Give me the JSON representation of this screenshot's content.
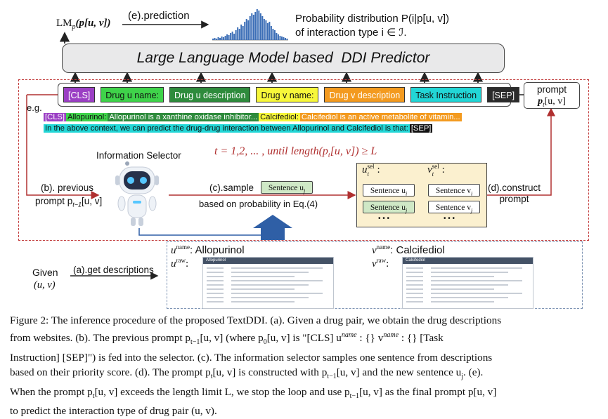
{
  "diagram": {
    "lm_label": "LM",
    "lm_sub": "p",
    "lm_arg": "(p[u, v])",
    "prediction_label": "(e).prediction",
    "prob_line1": "Probability distribution P(i|p[u, v])",
    "prob_line2": "of interaction type i ∈ ℐ.",
    "llm_title": "Large Language Model based  DDI Predictor",
    "tokens": [
      {
        "label": "[CLS]",
        "bg": "#9b3fc4",
        "fg": "#ffffff"
      },
      {
        "label": "Drug u name:",
        "bg": "#3fd34a",
        "fg": "#111111"
      },
      {
        "label": "Drug u description",
        "bg": "#2e8b3c",
        "fg": "#ffffff"
      },
      {
        "label": "Drug v name:",
        "bg": "#f7f73a",
        "fg": "#111111"
      },
      {
        "label": "Drug v description",
        "bg": "#f39a1f",
        "fg": "#ffffff"
      },
      {
        "label": "Task Instruction",
        "bg": "#22d6d6",
        "fg": "#111111"
      },
      {
        "label": "[SEP]",
        "bg": "#2b2b2b",
        "fg": "#ffffff"
      }
    ],
    "prompt_line1": "prompt",
    "prompt_line2": "p",
    "prompt_sub": "t",
    "prompt_arg": "[u, v]",
    "eg_label": "e.g.",
    "example_line1": [
      {
        "text": "[CLS]",
        "bg": "#9b3fc4",
        "fg": "#ffffff"
      },
      {
        "text": "Allopurinol:",
        "bg": "#3fd34a",
        "fg": "#111111"
      },
      {
        "text": "Allopurinol is a xanthine oxidase inhibitor...",
        "bg": "#2e8b3c",
        "fg": "#ffffff"
      },
      {
        "text": "Calcifediol:",
        "bg": "#f7f73a",
        "fg": "#111111"
      },
      {
        "text": "Calcifediol is an active metabolite of vitamin...",
        "bg": "#f39a1f",
        "fg": "#ffffff"
      }
    ],
    "example_line2": [
      {
        "text": "In the above context, we can predict the drug-drug interaction between Allopurinol and Calcifediol is that:",
        "bg": "#22d6d6",
        "fg": "#111111"
      },
      {
        "text": "[SEP]",
        "bg": "#111111",
        "fg": "#ffffff"
      }
    ],
    "info_selector": "Information Selector",
    "loop_text": "t = 1,2, ... , until length(p",
    "loop_sub": "t",
    "loop_end": "[u, v]) ≥ L",
    "loop_color": "#b03030",
    "previous_line1": "(b). previous",
    "previous_line2": "prompt p",
    "previous_sub": "t−1",
    "previous_arg": "[u, v]",
    "sample_label": "(c).sample",
    "sample_sentence": "Sentence u",
    "sample_sub": "j",
    "sample_caption": "based on probability in Eq.(4)",
    "u_sel": "u",
    "v_sel": "v",
    "sel_sup": "sel",
    "sel_sub": "t",
    "sentence_ui": "Sentence u",
    "sentence_uj": "Sentence u",
    "sentence_vi": "Sentence v",
    "sentence_vj": "Sentence v",
    "sub_i": "i",
    "sub_j": "j",
    "dots": "• • •",
    "construct_line1": "(d).construct",
    "construct_line2": "prompt",
    "u_name_label": "u",
    "u_name_sup": "name",
    "u_name_value": ": Allopurinol",
    "u_raw_label": "u",
    "u_raw_sup": "raw",
    "v_name_label": "v",
    "v_name_sup": "name",
    "v_name_value": ": Calcifediol",
    "v_raw_label": "v",
    "v_raw_sup": "raw",
    "card_u_title": "Allopurinol",
    "card_v_title": "Calcifediol",
    "given_label": "Given",
    "given_pair": "(u, v)",
    "get_desc": "(a).get descriptions",
    "histogram": [
      2,
      3,
      2,
      4,
      3,
      5,
      4,
      6,
      8,
      7,
      10,
      12,
      9,
      14,
      18,
      16,
      22,
      20,
      26,
      30,
      28,
      34,
      38,
      36,
      40,
      44,
      42,
      38,
      34,
      30,
      28,
      24,
      26,
      20,
      16,
      14,
      10,
      8,
      6,
      5,
      4,
      3,
      2
    ]
  },
  "caption": {
    "line1": "Figure 2: The inference procedure of the proposed TextDDI. (a). Given a drug pair, we obtain the drug descriptions",
    "line2": "from websites.  (b).  The previous prompt p",
    "line2_sub": "t−1",
    "line2_rest": "[u, v] (where p",
    "line2_sub2": "0",
    "line2_rest2": "[u, v] is \"[CLS] u",
    "line2_sup": "name",
    "line2_rest3": " : {} v",
    "line2_sup2": "name",
    "line2_rest4": " : {} [Task",
    "line3": "Instruction] [SEP]\") is fed into the selector. (c). The information selector samples one sentence from descriptions",
    "line4a": "based on their priority score. (d). The prompt p",
    "line4_sub": "t",
    "line4b": "[u, v] is constructed with p",
    "line4_sub2": "t−1",
    "line4c": "[u, v] and the new sentence u",
    "line4_sub3": "j",
    "line4d": ". (e).",
    "line5a": "When the prompt p",
    "line5_sub": "t",
    "line5b": "[u, v] exceeds the length limit L, we stop the loop and use p",
    "line5_sub2": "t−1",
    "line5c": "[u, v] as the final prompt p[u, v]",
    "line6": "to predict the interaction type of drug pair (u, v)."
  }
}
